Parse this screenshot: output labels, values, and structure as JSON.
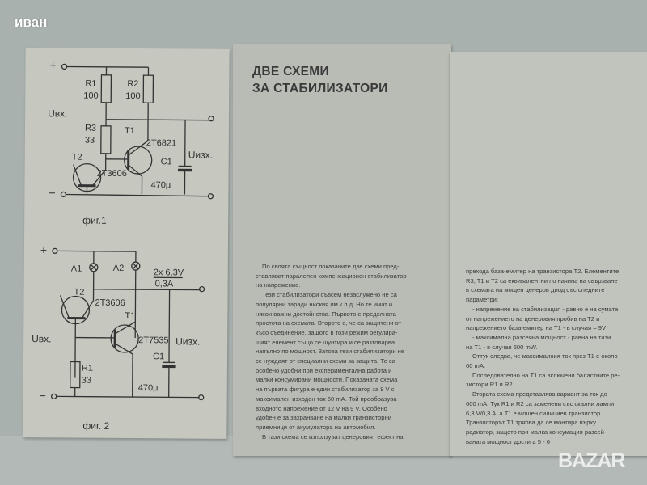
{
  "user_label": "иван",
  "watermark": "BAZAR",
  "title": [
    "ДВЕ СХЕМИ",
    "ЗА СТАБИЛИЗАТОРИ"
  ],
  "fig1": {
    "plus": "+",
    "minus": "−",
    "r1": "R1",
    "r1v": "100",
    "r2": "R2",
    "r2v": "100",
    "r3": "R3",
    "r3v": "33",
    "t1": "T1",
    "t1type": "2T6821",
    "t2": "T2",
    "t2type": "2T3606",
    "c1": "C1",
    "c1v": "470μ",
    "uin": "Uвх.",
    "uout": "Uизх.",
    "caption": "фиг.1"
  },
  "fig2": {
    "plus": "+",
    "minus": "−",
    "l1": "Λ1",
    "l2": "Λ2",
    "lamp_spec_top": "2x 6,3V",
    "lamp_spec_bottom": "0,3A",
    "t1": "T1",
    "t1type": "2T7535",
    "t2": "T2",
    "t2type": "2T3606",
    "r1": "R1",
    "r1v": "33",
    "c1": "C1",
    "c1v": "470μ",
    "uin": "Uвх.",
    "uout": "Uизх.",
    "caption": "фиг. 2"
  },
  "middle_column": [
    "По своята същност показаните две схеми пред-",
    "ставляват паралелен компенсационен стабилизатор",
    "на напрежение.",
    "Тези стабилизатори съвсем незаслужено не са",
    "популярни заради ниския им к.п.д. Но те имат и",
    "някои важни достойнства. Първото е пределната",
    "простота на схемата. Второто е, че са защитени от",
    "късо съединение, защото в този режим регулира-",
    "щият елемент също се шунтира и се разтоварва",
    "напълно по мощност. Затова тези стабилизатори не",
    "се нуждаят от специални схеми за защита. Те са",
    "особено удобни при експериментална работа и",
    "малки консумирани мощности. Показаната схема",
    "на първата фигура е един стабилизатор за 9 V с",
    "максимален изходен ток 60 mA. Той преобразува",
    "входното напрежение от 12 V на 9 V. Особено",
    "удобен е за захранване на малки транзисторни",
    "приемници от акумулатора на автомобил.",
    "В тази схема се използуват ценеровият ефект на"
  ],
  "middle_indent": [
    0,
    3,
    18
  ],
  "right_column": [
    "прехода база-емитер на транзистора T2. Елементите",
    "R3, T1 и T2 са еквивалентни по начина на свързване",
    "в схемата на мощен ценеров диод със следните",
    "параметри:",
    "- напрежение на стабилизация - равно е на сумата",
    "от напрежението на ценеровия пробив на T2 и",
    "напрежението база-емитер на T1 - в случая = 9V",
    "- максимална разсеяна мощност - равна на тази",
    "на T1 - в случая 600 mW.",
    "Оттук следва, че максималния ток през T1 е около",
    "60 mA.",
    "Последователно на T1 са включени баластните ре-",
    "зистори R1 и R2.",
    "Втората схема представлява вариант за ток до",
    "600 mA. Тук R1 и R2 са заменени със скални лампи",
    "6,3 V/0,3 A, а T1 е мощен силициев транзистор.",
    "Транзисторът T1 трябва да се монтира върху",
    "радиатор, защото при малка консумация разсей-",
    "ваната мощност достига 5 - 6"
  ],
  "right_indent": [
    4,
    7,
    9,
    11,
    13
  ]
}
